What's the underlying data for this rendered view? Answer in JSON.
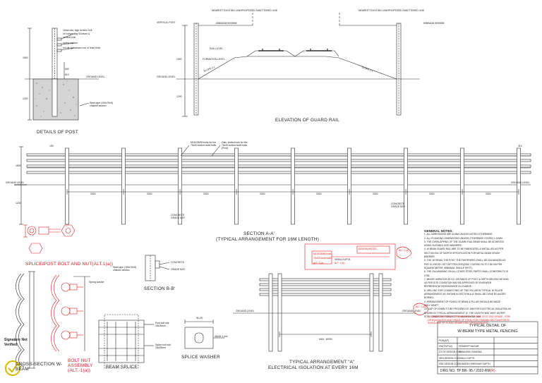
{
  "colors": {
    "ink": "#2b2b2b",
    "red": "#e21b1b",
    "concrete": "#bdbdbd",
    "yellow": "#d9b800"
  },
  "headings": {
    "details_of_post": "DETAILS OF POST",
    "elevation": "ELEVATION OF GUARD RAIL",
    "section_aa": "SECTION A-A'",
    "section_aa_sub": "(TYPICAL ARRANGEMENT FOR 16M LENGTH)",
    "section_bb": "SECTION B-B'",
    "splice_bolt": "SPLICE/POST BOLT AND NUT(ALT.1(a))",
    "bolt_nut_assembly": "BOLT NUT ASSEMBLY (ALT.-1(a))",
    "beam_splice": "BEAM SPLICE",
    "splice_washer": "SPLICE WASHER",
    "cross_section": "CROSS-SECTION W-BEAM",
    "typ_arrangement": "TYPICAL ARRANGEMENT \"A\"",
    "electrical_isolation": "ELECTRICAL ISOLATION AT EVERY 16M"
  },
  "post_labels": {
    "note1": "16mm dia. high tension bolt",
    "note2": "for connecting W-beam &",
    "note3": "vertical post",
    "note4": "spring washer",
    "note5": "hot dip galvanized nut of 3mm thick",
    "ground": "GROUND LEVEL",
    "base": "Steel pipe (150x75x5)",
    "base2": "channel section",
    "d1500": "1500",
    "d1200": "1200",
    "d600": "600",
    "d610": "610"
  },
  "elevation_labels": {
    "nearest1": "NEAREST EXISTING LINE/PROPOSED SANCTIONED LINE",
    "nearest2": "NEAREST EXISTING LINE/PROPOSED SANCTIONED LINE",
    "vertical_post": "VERTICAL POST",
    "min1": "MINIMUM 5000MM",
    "min2": "MINIMUM 5000MM",
    "rail_level": "RAIL LEVEL",
    "formation": "FORMATION LEVEL",
    "slope1": "SLOPE 2:1",
    "slope2": "SLOPE 2:1",
    "ground": "GROUND LEVEL",
    "d1500": "1500",
    "d1200": "1200"
  },
  "section_aa_labels": {
    "ground_left": "GROUND LEVEL",
    "ground_right": "GROUND LEVEL",
    "note_top1": "M16X35/55 bolts for the",
    "note_top1b": "75x32 button head bolts",
    "note_top2": "Galv. slotted hole for the",
    "note_top2b": "75x32 button head bolts",
    "note_top2c": "(Post)",
    "spans": [
      "2000",
      "2000",
      "2000",
      "2000",
      "2000",
      "2000",
      "2000",
      "2000"
    ],
    "d1500": "1500",
    "d1200": "1200",
    "d150": "150",
    "d310": "310",
    "concrete": "CONCRETE",
    "concrete2": "GRADE M20",
    "bottom": "CONCRETE",
    "bottom2": "GRADE M20"
  },
  "section_bb_labels": {
    "steel_pipe": "Steel pipe (150x75x5)",
    "channel": "channel section",
    "concrete": "CONCRETE",
    "grade": "GRADE M20"
  },
  "splice_labels": {
    "post_bolt": "Post bolt slot",
    "dim": "18x26mm",
    "splice_bolt": "Splice bolt slot",
    "dim2": "18x25mm",
    "spring_washer": "Spring washer",
    "washer_dim": "W=29",
    "washer_dim2": "45x45 4 mm"
  },
  "typ_labels": {
    "ground_left": "GROUND LEVEL",
    "ground_right": "GROUND LEVEL",
    "span": "MAX. 16000"
  },
  "red_box_labels": {
    "alt1": "ALT. 1 (a)",
    "alt2": "ALT. 1 (b)",
    "box1": "M16X35/55 bolts",
    "box2": "75x32 head bolts",
    "name": "VINKA GUPTA",
    "ref": "DESIGN NOTES",
    "bubble1": "ALT. 1 (a)",
    "bubble2": "ALT. 1 (b)"
  },
  "general_notes": {
    "heading": "GENERAL NOTES:",
    "lines": [
      "1.  ALL DIMENSIONS ARE IN MM UNLESS NOTED OTHERWISE.",
      "2.  ALL FOUNDING DIMENSIONS UNLESS OTHERWISE STATED ± 10MM.",
      "3.  THE OVERLAPPING OF THE GUARD RAIL BEAM SHALL BE ACHIEVED",
      "    USING SUITABLE SIZE WASHERS.",
      "4.  W BEAM GUARD RAIL ARE TO BE FABRICATED & INSTALLED AS PER",
      "    SECTION 811 OF MORTH SPECIFICATION FOR METAL BEAM CRASH",
      "    BARRIER.",
      "5.  THE 'W' BEAM, THE POST, THE FASTENERS SHALL BE GALVANIZED AS",
      "    PER IS 4759 BY HOT DIP PROCESS(ZINC COATING 90 TO 135 GM PER",
      "    SQUARE METER, MINIMUM, SINGLE SPOT).",
      "6.  THE GALVANISING ON ALL OTHER STEEL PARTS SHALL CONFORM TO IS",
      "    2755.",
      "7.  MINOR VARIATION IN C/C DISTANCE OF POST & DEPTH BELOW GROUND",
      "    AS PER SITE CONDITION MAY BE APPROVED BY ENGINEER",
      "    REPRESENTATIVE/ENGINEER-IN-CHARGE.",
      "8.  DRILLING FOR CONNECTING OF TWO PILLAR IN TYPICAL W PILLER",
      "    ARRANGEMENT AS SHOWN IN SECTION A-A' SHALL BE DONE BY AUGER",
      "    BORING.",
      "9.  ARRANGEMENT OF FIXING OF BEAM & PILLAR SHOULD BE MADE",
      "    ONLY DRAFT.",
      "10. GAP OF 100MM TO BE PROVIDED AT 16M FOR ELECTRICAL ISOLATION AS",
      "    SHOWN IN TYPICAL ARRANGEMENT 'A'. THE LENGTH MAY VARY AS PER",
      "    SITE CONDITIONS SUBJECT TO MAXIMUM OF 16M."
    ],
    "red_lines": [
      "11. GRADE OF STEEL FOR W-BEAM SHOULD BE OF IS 2062 GRADE - E250",
      "    OR EQUIVALENT AND GRADE OF STEEL FOR CHANNEL SECTION POSTS",
      "    SHOULD BE OF IS 2062 GRADE E250 OR EQUIVALENT."
    ]
  },
  "title_block": {
    "title1": "TYPICAL DETAIL OF",
    "title2": "W-BEAM TYPE METAL FENCING",
    "rows": [
      {
        "role": "PDM(AP)",
        "name": "",
        "desig": ""
      },
      {
        "role": "SW(TS/PLD)",
        "name": "PRADEEP NAGAR",
        "desig": ""
      },
      {
        "role": "DY.CE DESIGN COD",
        "name": "HIMANSHU SHARMA",
        "desig": ""
      },
      {
        "role": "SEN DESIGN COD",
        "name": "TANUJ GUPTA",
        "desig": ""
      },
      {
        "role": "SSE DESIGN COD",
        "name": "SHAKESH SHEKHAR SAPTH",
        "desig": ""
      }
    ],
    "drg_no": "DRG NO. TP BR- 95 / 2022-RM",
    "drg_rev": "(R)"
  },
  "signature": {
    "line1": "Signature Not",
    "line2": "Verified"
  }
}
